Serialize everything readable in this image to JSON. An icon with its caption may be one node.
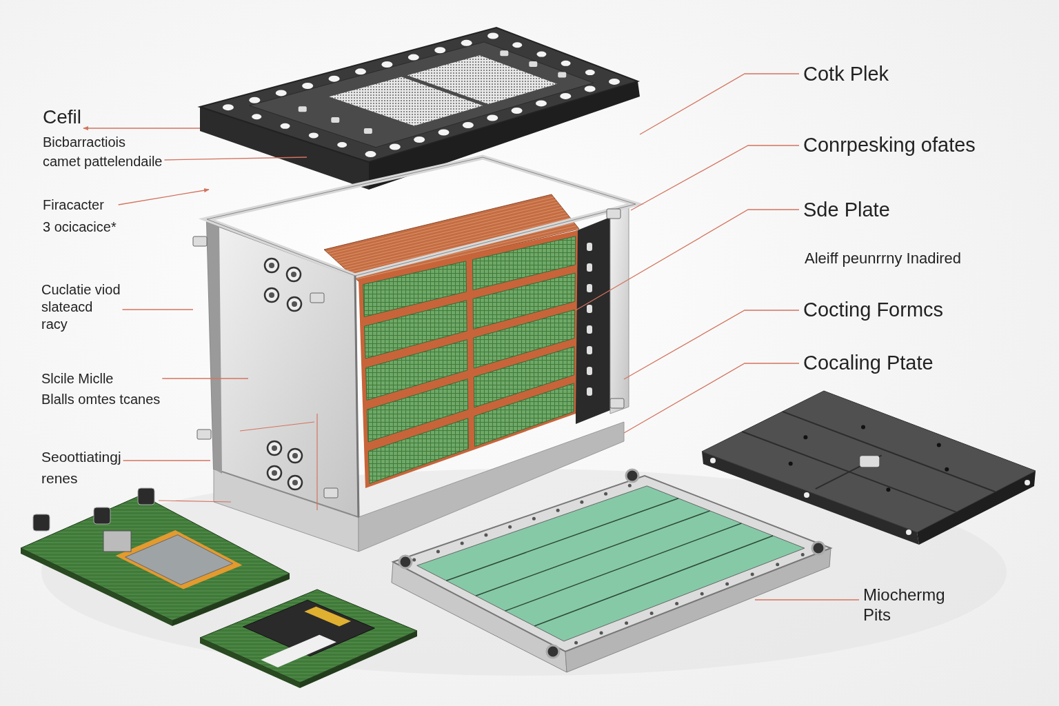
{
  "diagram": {
    "nodes": [
      {
        "text": [
          "Cefil"
        ]
      },
      {
        "text": [
          "Bicbarractiois camet pattelendaile"
        ]
      },
      {
        "text": [
          "Firacacter",
          "3 ocicacice*"
        ]
      },
      {
        "text": [
          "Cuclatie viod slateacd racy"
        ]
      },
      {
        "text": [
          "Slcile Miclle",
          "Blalls omtes tcanes"
        ]
      },
      {
        "text": [
          "Seoottiatingj renes"
        ]
      },
      {
        "text": [
          "Cotk Plek"
        ]
      },
      {
        "text": [
          "Conrpesking ofates"
        ]
      },
      {
        "text": [
          "Sde Plate"
        ]
      },
      {
        "text": [
          "Cocting Formcs"
        ]
      },
      {
        "text": [
          "Cocaling Ptate"
        ]
      },
      {
        "text": [
          "Miochermg Pits"
        ]
      },
      {
        "text": [],
        "shape": "picture"
      },
      {
        "text": [],
        "shape": "picture"
      }
    ],
    "edges": [
      {
        "from": 12,
        "to": 0,
        "arrow": "to"
      },
      {
        "from": 1,
        "to": 12,
        "arrow": "none"
      },
      {
        "from": 2,
        "to": 12,
        "arrow": "to"
      },
      {
        "from": 3,
        "to": null,
        "arrow": "none"
      },
      {
        "from": 4,
        "to": null,
        "arrow": "none"
      },
      {
        "from": 5,
        "to": null,
        "arrow": "none"
      },
      {
        "from": 6,
        "to": 12,
        "arrow": "none"
      },
      {
        "from": 7,
        "to": null,
        "arrow": "none"
      },
      {
        "from": 8,
        "to": null,
        "arrow": "none"
      },
      {
        "from": 9,
        "to": null,
        "arrow": "none"
      },
      {
        "from": 10,
        "to": null,
        "arrow": "none"
      },
      {
        "from": 11,
        "to": 13,
        "arrow": "none"
      }
    ],
    "labels": [
      "Aleiff peunrrny Inadired"
    ]
  }
}
